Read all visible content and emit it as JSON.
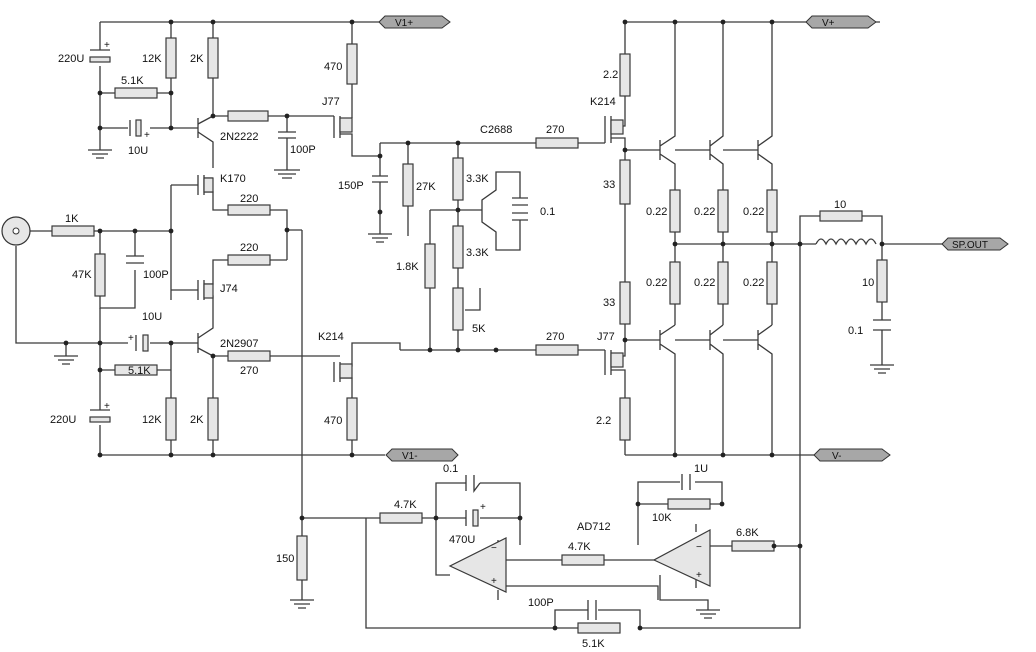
{
  "ports": {
    "v1_plus": "V1+",
    "v_plus": "V+",
    "v1_minus": "V1-",
    "v_minus": "V-",
    "sp_out": "SP.OUT"
  },
  "labels": {
    "c220u_top": "220U",
    "r12k_top": "12K",
    "r2k_top": "2K",
    "r5k1_top": "5.1K",
    "c10u_top": "10U",
    "q_2n2222": "2N2222",
    "c100p_top": "100P",
    "r470_top": "470",
    "q_j77_left": "J77",
    "c150p": "150P",
    "r27k": "27K",
    "r3k3_top": "3.3K",
    "r3k3_bottom": "3.3K",
    "r1k8": "1.8K",
    "pot5k": "5K",
    "q_c2688": "C2688",
    "c0p1_bias": "0.1",
    "r270_top": "270",
    "r270_mid": "270",
    "q_k214_right": "K214",
    "r2r2_top": "2.2",
    "r33_top": "33",
    "r33_bottom": "33",
    "q_j77_right": "J77",
    "r2r2_bottom": "2.2",
    "r022_1": "0.22",
    "r022_2": "0.22",
    "r022_3": "0.22",
    "r022_4": "0.22",
    "r022_5": "0.22",
    "r022_6": "0.22",
    "r10_series": "10",
    "r10_zobel": "10",
    "c0p1_zobel": "0.1",
    "r1k_input": "1K",
    "r47k": "47K",
    "c100p_input": "100P",
    "q_k170": "K170",
    "r220_top": "220",
    "r220_bottom": "220",
    "q_j74": "J74",
    "c10u_bottom": "10U",
    "q_2n2907": "2N2907",
    "r270_gate_bottom": "270",
    "q_k214_left": "K214",
    "r5k1_bottom": "5.1K",
    "c220u_bottom": "220U",
    "r12k_bottom": "12K",
    "r2k_bottom": "2K",
    "r470_bottom": "470",
    "r150": "150",
    "r4k7_input": "4.7K",
    "c0p1_feedback": "0.1",
    "c470u": "470U",
    "r4k7_mid": "4.7K",
    "ic_ad712": "AD712",
    "c1u": "1U",
    "r10k": "10K",
    "r6k8": "6.8K",
    "c100p_feedback": "100P",
    "r5k1_feedback": "5.1K"
  },
  "colors": {
    "component_fill": "#e6e6e6",
    "port_fill": "#a7a7a7",
    "wire": "#3a3a3a"
  }
}
